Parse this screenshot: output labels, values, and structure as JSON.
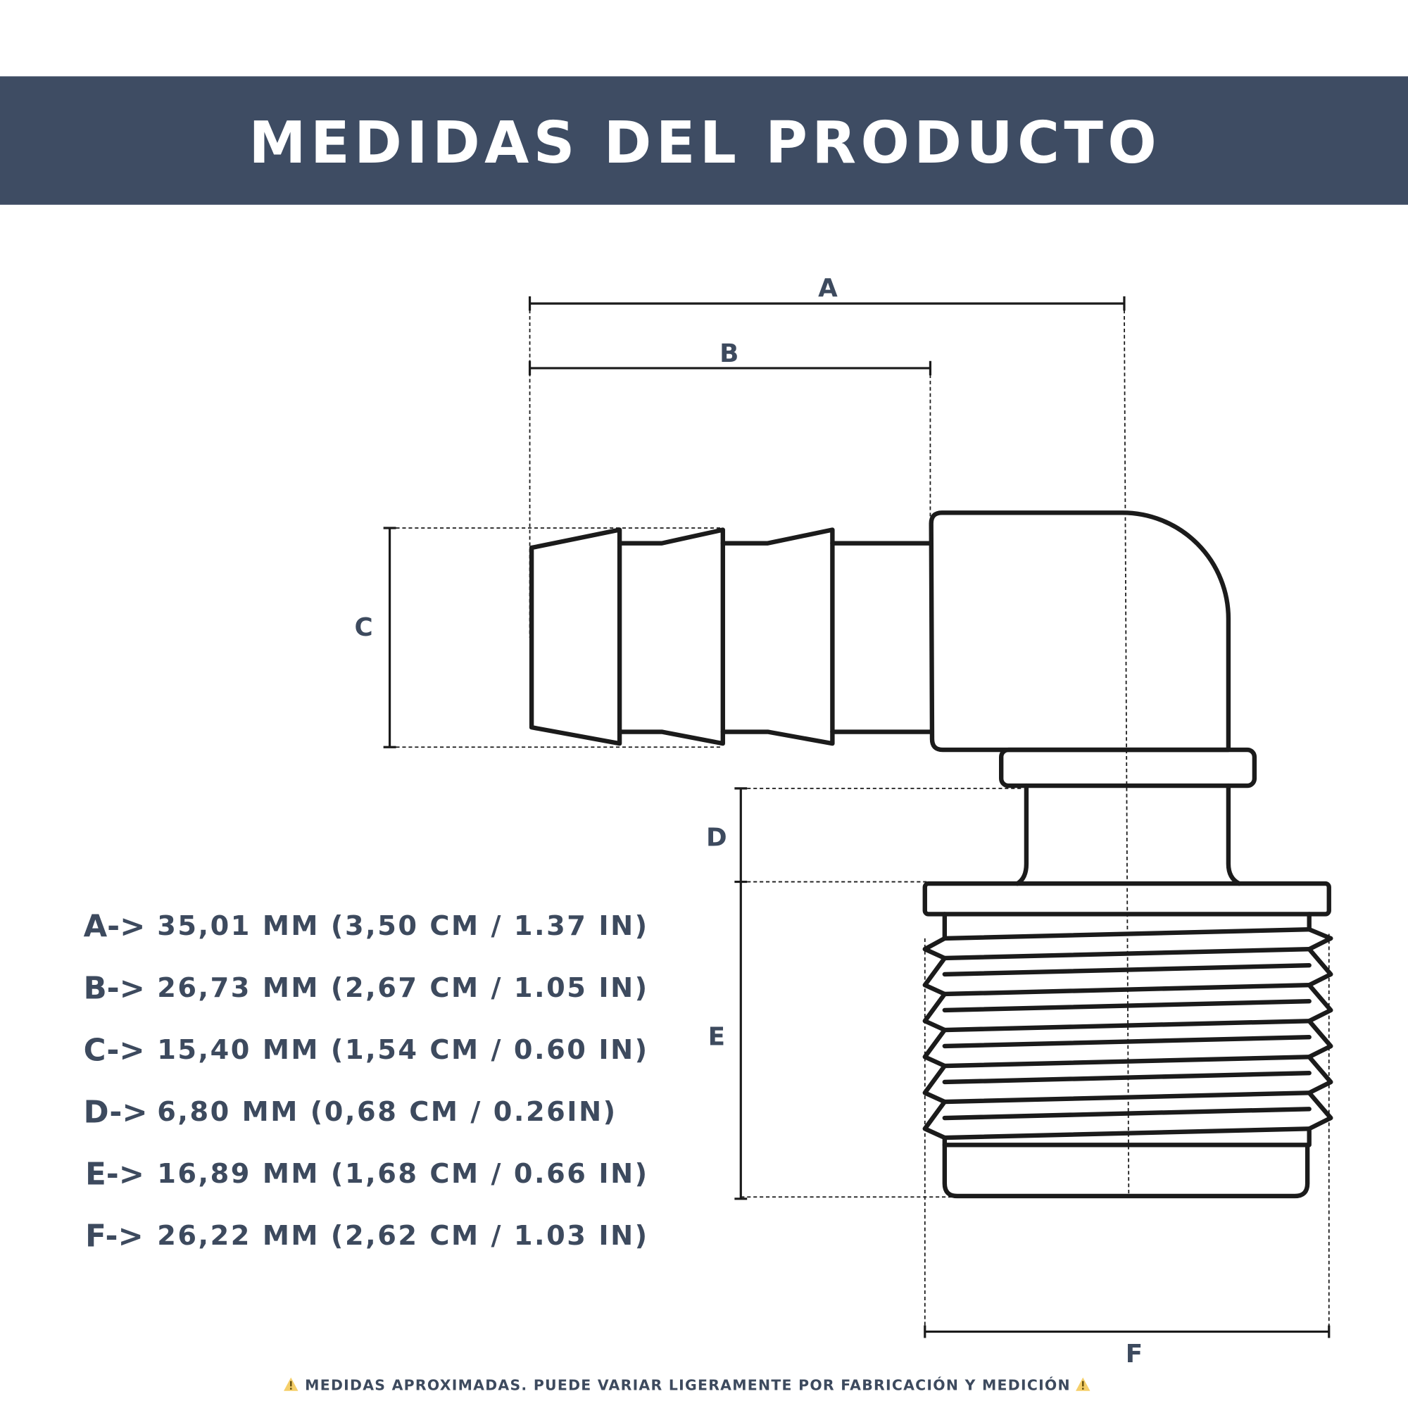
{
  "header": {
    "title": "MEDIDAS DEL PRODUCTO",
    "background": "#3e4c63"
  },
  "dimension_labels": {
    "a": "A",
    "b": "B",
    "c": "C",
    "d": "D",
    "e": "E",
    "f": "F"
  },
  "measurements": [
    {
      "key": "A->",
      "value": "35,01 MM (3,50 CM / 1.37 IN)"
    },
    {
      "key": "B->",
      "value": "26,73 MM (2,67 CM / 1.05 IN)"
    },
    {
      "key": "C->",
      "value": "15,40 MM (1,54 CM / 0.60 IN)"
    },
    {
      "key": "D->",
      "value": "6,80 MM (0,68 CM / 0.26IN)"
    },
    {
      "key": "E->",
      "value": "16,89 MM (1,68 CM / 0.66 IN)"
    },
    {
      "key": "F->",
      "value": "26,22 MM (2,62 CM / 1.03 IN)"
    }
  ],
  "footer": {
    "icon": "warning-icon",
    "text": "MEDIDAS APROXIMADAS. PUEDE VARIAR LIGERAMENTE POR FABRICACIÓN Y MEDICIÓN"
  }
}
